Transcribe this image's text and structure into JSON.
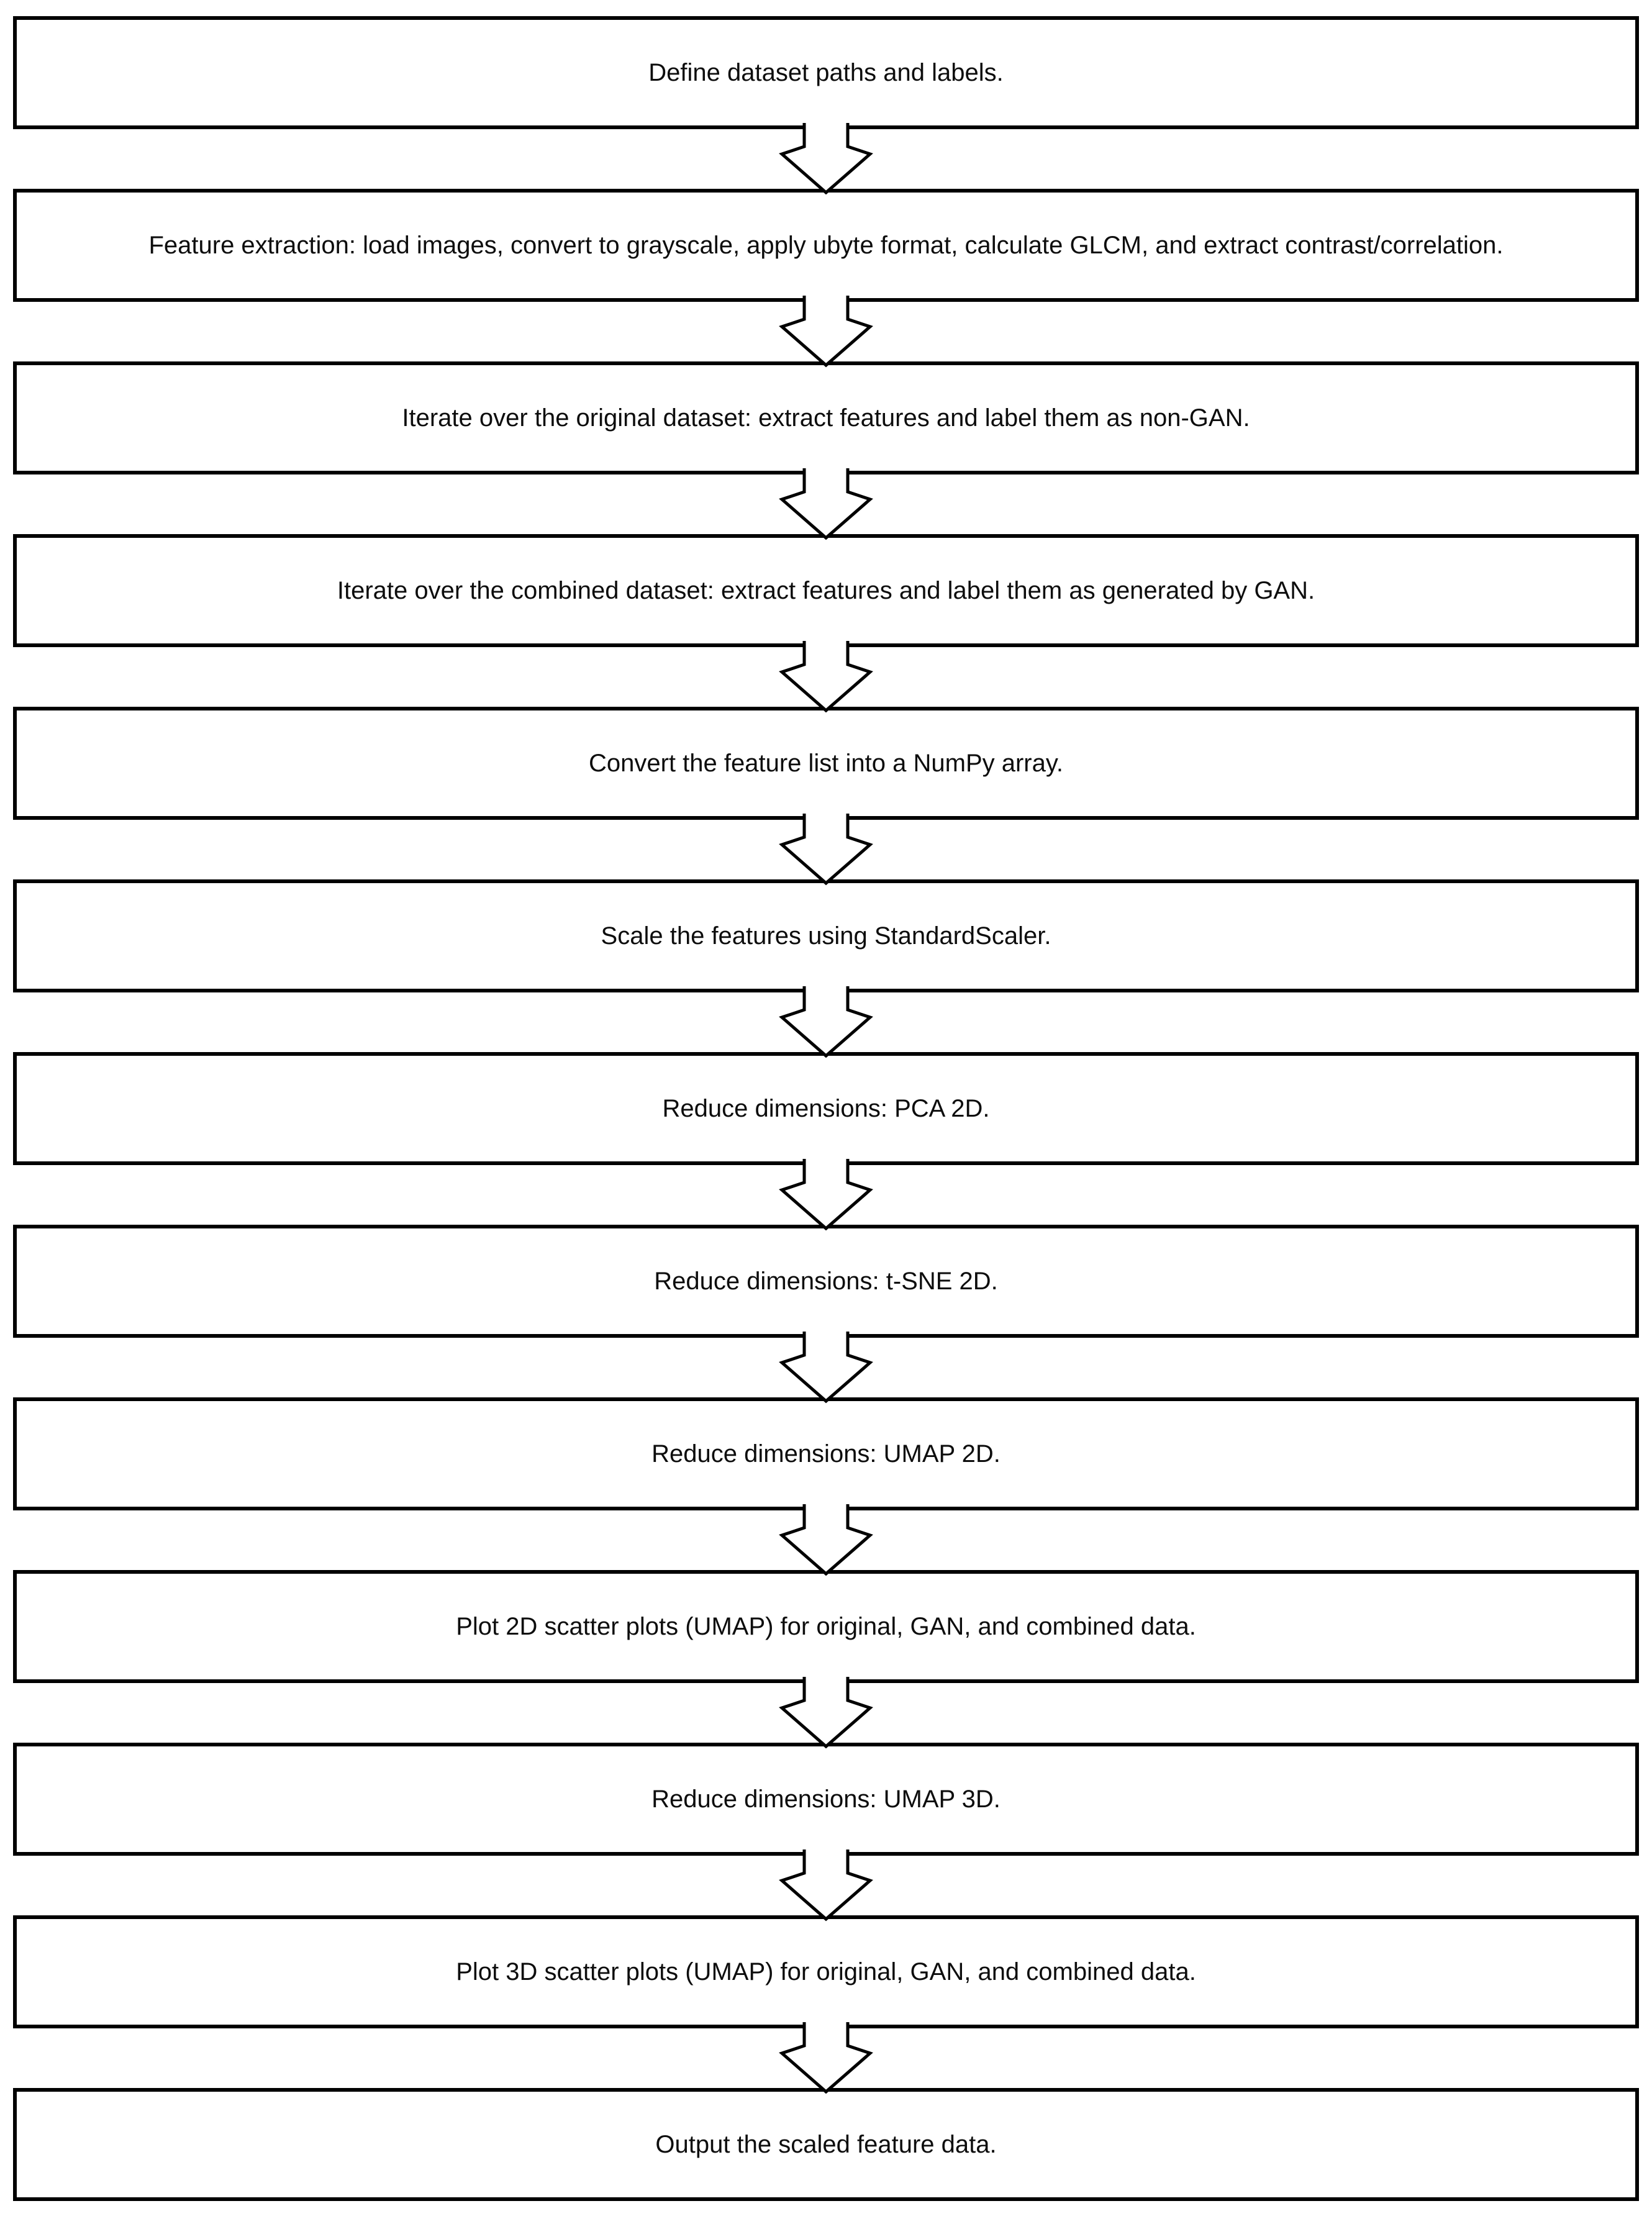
{
  "flowchart": {
    "type": "flowchart",
    "direction": "top-down",
    "connector": "hollow-down-arrow",
    "steps": [
      {
        "label": "Define dataset paths and labels."
      },
      {
        "label": "Feature extraction: load images, convert to grayscale, apply ubyte format, calculate GLCM, and extract contrast/correlation."
      },
      {
        "label": "Iterate over the original dataset: extract features and label them as non-GAN."
      },
      {
        "label": "Iterate over the combined dataset: extract features and label them as generated by GAN."
      },
      {
        "label": "Convert the feature list into a NumPy array."
      },
      {
        "label": "Scale the features using StandardScaler."
      },
      {
        "label": "Reduce dimensions: PCA 2D."
      },
      {
        "label": "Reduce dimensions: t-SNE 2D."
      },
      {
        "label": "Reduce dimensions: UMAP 2D."
      },
      {
        "label": "Plot 2D scatter plots (UMAP) for original, GAN, and combined data."
      },
      {
        "label": "Reduce dimensions: UMAP 3D."
      },
      {
        "label": "Plot 3D scatter plots (UMAP) for original, GAN, and combined data."
      },
      {
        "label": "Output the scaled feature data."
      }
    ]
  },
  "theme": {
    "line_color": "#000000",
    "background": "#ffffff",
    "box_fill": "#ffffff",
    "text_color": "#0d0d0d"
  }
}
